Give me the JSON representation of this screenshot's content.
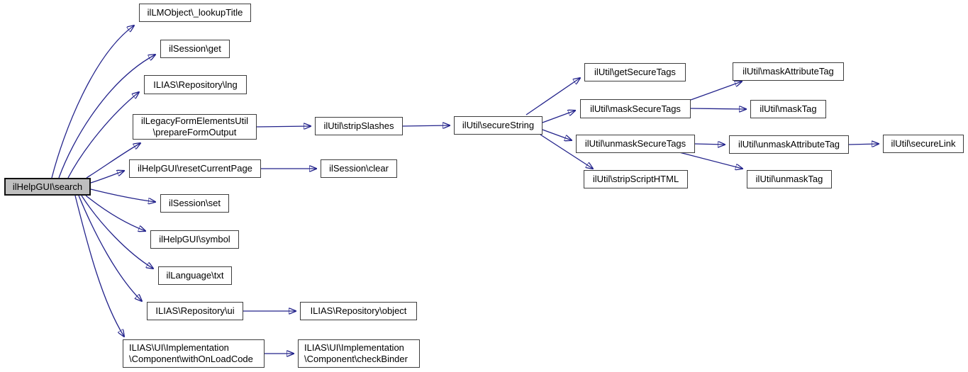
{
  "diagram": {
    "kind": "doxygen-call-graph",
    "root_function": "ilHelpGUI\\search"
  },
  "colors": {
    "edge": "#23238b",
    "node_border": "#3d3d3d",
    "node_fill": "#ffffff",
    "root_fill": "#bfbfbf",
    "root_border": "#111111",
    "text": "#000000",
    "background": "#ffffff"
  },
  "nodes": {
    "search": {
      "label": "ilHelpGUI\\search",
      "highlighted": true
    },
    "lookup_title": {
      "label": "ilLMObject\\_lookupTitle"
    },
    "session_get": {
      "label": "ilSession\\get"
    },
    "repo_lng": {
      "label": "ILIAS\\Repository\\lng"
    },
    "prepare_form_output": {
      "line1": "ilLegacyFormElementsUtil",
      "line2": "\\prepareFormOutput"
    },
    "reset_current_page": {
      "label": "ilHelpGUI\\resetCurrentPage"
    },
    "session_set": {
      "label": "ilSession\\set"
    },
    "symbol": {
      "label": "ilHelpGUI\\symbol"
    },
    "language_txt": {
      "label": "ilLanguage\\txt"
    },
    "repo_ui": {
      "label": "ILIAS\\Repository\\ui"
    },
    "with_on_load_code": {
      "line1": "ILIAS\\UI\\Implementation",
      "line2": "\\Component\\withOnLoadCode"
    },
    "strip_slashes": {
      "label": "ilUtil\\stripSlashes"
    },
    "session_clear": {
      "label": "ilSession\\clear"
    },
    "repo_object": {
      "label": "ILIAS\\Repository\\object"
    },
    "check_binder": {
      "line1": "ILIAS\\UI\\Implementation",
      "line2": "\\Component\\checkBinder"
    },
    "secure_string": {
      "label": "ilUtil\\secureString"
    },
    "get_secure_tags": {
      "label": "ilUtil\\getSecureTags"
    },
    "mask_secure_tags": {
      "label": "ilUtil\\maskSecureTags"
    },
    "unmask_secure_tags": {
      "label": "ilUtil\\unmaskSecureTags"
    },
    "strip_script_html": {
      "label": "ilUtil\\stripScriptHTML"
    },
    "mask_attribute_tag": {
      "label": "ilUtil\\maskAttributeTag"
    },
    "mask_tag": {
      "label": "ilUtil\\maskTag"
    },
    "unmask_attribute_tag": {
      "label": "ilUtil\\unmaskAttributeTag"
    },
    "unmask_tag": {
      "label": "ilUtil\\unmaskTag"
    },
    "secure_link": {
      "label": "ilUtil\\secureLink"
    }
  },
  "edges": [
    {
      "from": "ilHelpGUI\\search",
      "to": "ilLMObject\\_lookupTitle"
    },
    {
      "from": "ilHelpGUI\\search",
      "to": "ilSession\\get"
    },
    {
      "from": "ilHelpGUI\\search",
      "to": "ILIAS\\Repository\\lng"
    },
    {
      "from": "ilHelpGUI\\search",
      "to": "ilLegacyFormElementsUtil\\prepareFormOutput"
    },
    {
      "from": "ilHelpGUI\\search",
      "to": "ilHelpGUI\\resetCurrentPage"
    },
    {
      "from": "ilHelpGUI\\search",
      "to": "ilSession\\set"
    },
    {
      "from": "ilHelpGUI\\search",
      "to": "ilHelpGUI\\symbol"
    },
    {
      "from": "ilHelpGUI\\search",
      "to": "ilLanguage\\txt"
    },
    {
      "from": "ilHelpGUI\\search",
      "to": "ILIAS\\Repository\\ui"
    },
    {
      "from": "ilHelpGUI\\search",
      "to": "ILIAS\\UI\\Implementation\\Component\\withOnLoadCode"
    },
    {
      "from": "ilLegacyFormElementsUtil\\prepareFormOutput",
      "to": "ilUtil\\stripSlashes"
    },
    {
      "from": "ilUtil\\stripSlashes",
      "to": "ilUtil\\secureString"
    },
    {
      "from": "ilHelpGUI\\resetCurrentPage",
      "to": "ilSession\\clear"
    },
    {
      "from": "ILIAS\\Repository\\ui",
      "to": "ILIAS\\Repository\\object"
    },
    {
      "from": "ILIAS\\UI\\Implementation\\Component\\withOnLoadCode",
      "to": "ILIAS\\UI\\Implementation\\Component\\checkBinder"
    },
    {
      "from": "ilUtil\\secureString",
      "to": "ilUtil\\getSecureTags"
    },
    {
      "from": "ilUtil\\secureString",
      "to": "ilUtil\\maskSecureTags"
    },
    {
      "from": "ilUtil\\secureString",
      "to": "ilUtil\\unmaskSecureTags"
    },
    {
      "from": "ilUtil\\secureString",
      "to": "ilUtil\\stripScriptHTML"
    },
    {
      "from": "ilUtil\\maskSecureTags",
      "to": "ilUtil\\maskAttributeTag"
    },
    {
      "from": "ilUtil\\maskSecureTags",
      "to": "ilUtil\\maskTag"
    },
    {
      "from": "ilUtil\\unmaskSecureTags",
      "to": "ilUtil\\unmaskAttributeTag"
    },
    {
      "from": "ilUtil\\unmaskSecureTags",
      "to": "ilUtil\\unmaskTag"
    },
    {
      "from": "ilUtil\\unmaskAttributeTag",
      "to": "ilUtil\\secureLink"
    }
  ]
}
